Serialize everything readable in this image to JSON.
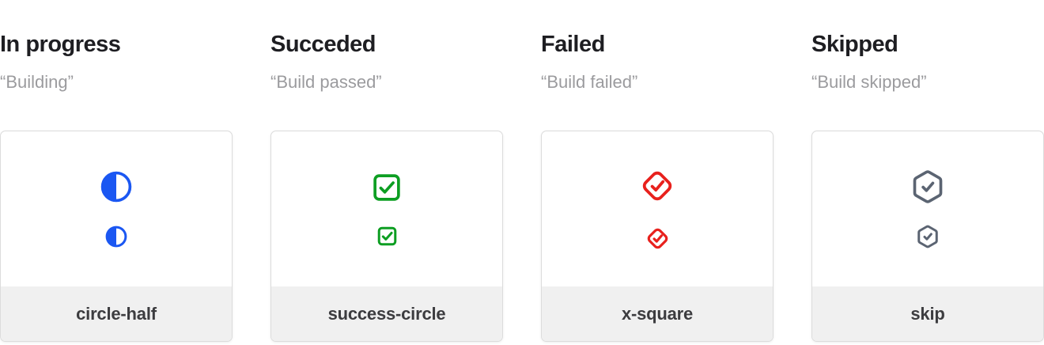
{
  "page": {
    "background_color": "#ffffff",
    "card_border_color": "#dcdcdc",
    "card_footer_color": "#f0f0f0",
    "title_color": "#1e1e22",
    "quote_color": "#9b9b9e",
    "label_color": "#3c3c3f"
  },
  "columns": [
    {
      "title": "In progress",
      "quote": "“Building”",
      "icon": "circle-half-icon",
      "label": "circle-half",
      "color": "#1b57f2"
    },
    {
      "title": "Succeded",
      "quote": "“Build passed”",
      "icon": "check-square-icon",
      "label": "success-circle",
      "color": "#0d9e22"
    },
    {
      "title": "Failed",
      "quote": "“Build failed”",
      "icon": "diamond-check-icon",
      "label": "x-square",
      "color": "#e8211d"
    },
    {
      "title": "Skipped",
      "quote": "“Build skipped”",
      "icon": "hexagon-check-icon",
      "label": "skip",
      "color": "#5b6472"
    }
  ]
}
